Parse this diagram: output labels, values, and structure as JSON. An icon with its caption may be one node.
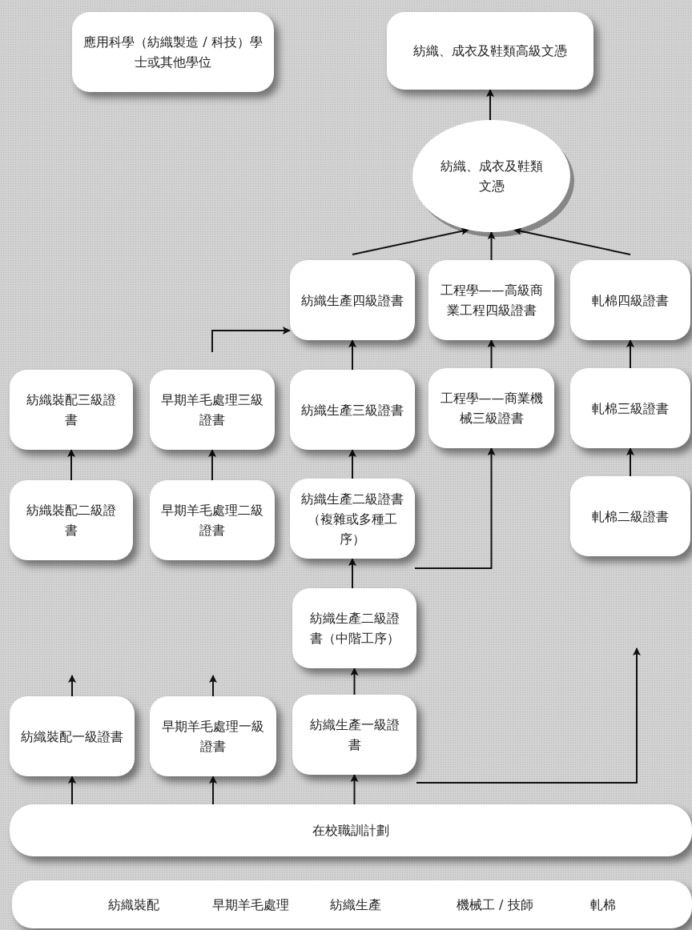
{
  "diagram": {
    "nodes": [
      {
        "text": [
          "應用科學（紡織製造 / 科技）學士或其他學位"
        ]
      },
      {
        "text": [
          "紡織、成衣及鞋類高級文憑"
        ]
      },
      {
        "text": [
          "紡織、成衣及鞋類文憑"
        ]
      },
      {
        "text": [
          "紡織生產四級證書"
        ]
      },
      {
        "text": [
          "工程學——高級商業工程四級證書"
        ]
      },
      {
        "text": [
          "軋棉四級證書"
        ]
      },
      {
        "text": [
          "紡織裝配三級證書"
        ]
      },
      {
        "text": [
          "早期羊毛處理三級證書"
        ]
      },
      {
        "text": [
          "紡織生產三級證書"
        ]
      },
      {
        "text": [
          "工程學——商業機械三級證書"
        ]
      },
      {
        "text": [
          "軋棉三級證書"
        ]
      },
      {
        "text": [
          "紡織裝配二級證書"
        ]
      },
      {
        "text": [
          "早期羊毛處理二級證書"
        ]
      },
      {
        "text": [
          "紡織生產二級證書（複雜或多種工序）"
        ]
      },
      {
        "text": [
          "軋棉二級證書"
        ]
      },
      {
        "text": [
          "紡織生產二級證書（中階工序）"
        ]
      },
      {
        "text": [
          "紡織裝配一級證書"
        ]
      },
      {
        "text": [
          "早期羊毛處理一級證書"
        ]
      },
      {
        "text": [
          "紡織生產一級證書"
        ]
      },
      {
        "text": [
          "在校職訓計劃"
        ]
      },
      {
        "text": [
          "紡織裝配",
          "早期羊毛處理",
          "紡織生產",
          "機械工 / 技師",
          "軋棉"
        ]
      }
    ],
    "edges": [
      {
        "from": 2,
        "to": 1,
        "arrow": "to"
      },
      {
        "from": 3,
        "to": 2,
        "arrow": "to"
      },
      {
        "from": 4,
        "to": 2,
        "arrow": "to"
      },
      {
        "from": 5,
        "to": 2,
        "arrow": "to"
      },
      {
        "from": 8,
        "to": 3,
        "arrow": "to"
      },
      {
        "from": 7,
        "to": 3,
        "arrow": "to"
      },
      {
        "from": 9,
        "to": 4,
        "arrow": "to"
      },
      {
        "from": 10,
        "to": 5,
        "arrow": "to"
      },
      {
        "from": 11,
        "to": 6,
        "arrow": "to"
      },
      {
        "from": 12,
        "to": 7,
        "arrow": "to"
      },
      {
        "from": 13,
        "to": 8,
        "arrow": "to"
      },
      {
        "from": 13,
        "to": 9,
        "arrow": "to"
      },
      {
        "from": 14,
        "to": 10,
        "arrow": "to"
      },
      {
        "from": 15,
        "to": 13,
        "arrow": "to"
      },
      {
        "from": 16,
        "to": null,
        "arrow": "to"
      },
      {
        "from": 17,
        "to": null,
        "arrow": "to"
      },
      {
        "from": 18,
        "to": 15,
        "arrow": "to"
      },
      {
        "from": 18,
        "to": null,
        "arrow": "to"
      },
      {
        "from": 19,
        "to": 16,
        "arrow": "to"
      },
      {
        "from": 19,
        "to": 17,
        "arrow": "to"
      },
      {
        "from": 19,
        "to": 18,
        "arrow": "to"
      }
    ]
  }
}
